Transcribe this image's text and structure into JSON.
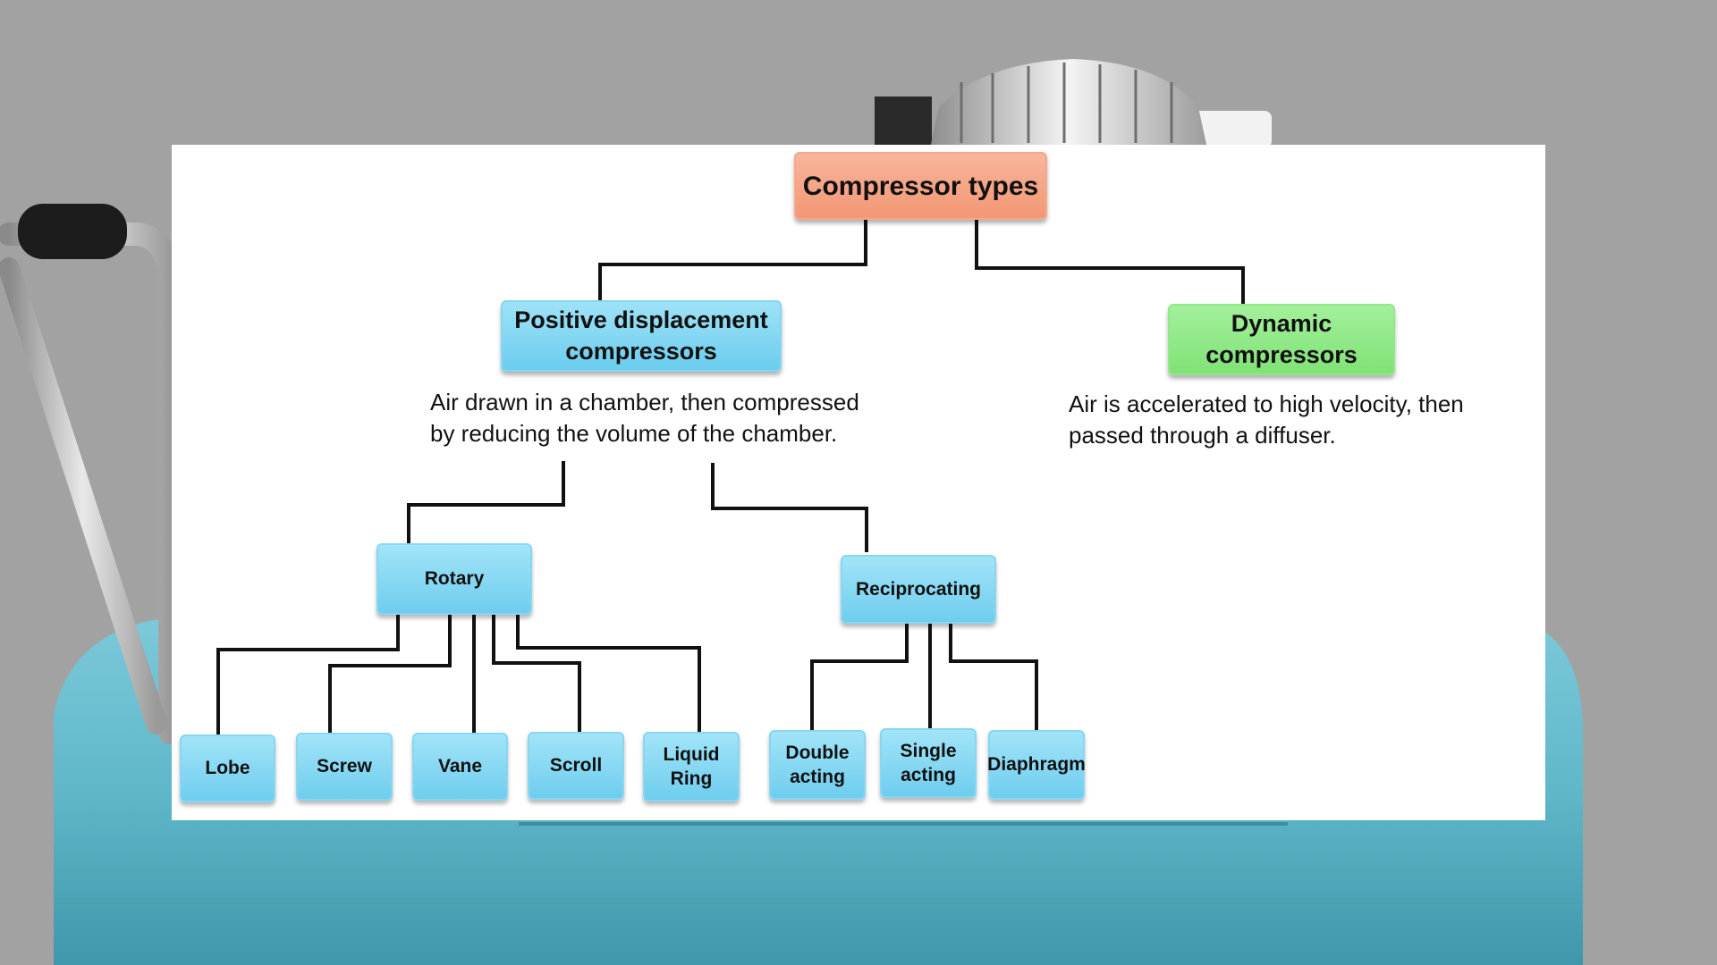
{
  "diagram": {
    "root": {
      "label": "Compressor types"
    },
    "positive_displacement": {
      "label": "Positive displacement\ncompressors",
      "description": "Air drawn in a chamber, then compressed\nby reducing the volume of the chamber."
    },
    "dynamic": {
      "label": "Dynamic\ncompressors",
      "description": "Air is accelerated to high velocity, then\npassed through a diffuser."
    },
    "rotary": {
      "label": "Rotary",
      "children": [
        "Lobe",
        "Screw",
        "Vane",
        "Scroll",
        "Liquid\nRing"
      ]
    },
    "reciprocating": {
      "label": "Reciprocating",
      "children": [
        "Double\nacting",
        "Single\nacting",
        "Diaphragm"
      ]
    }
  },
  "colors": {
    "root_fill": "#f39775",
    "positive_fill": "#6bcdee",
    "dynamic_fill": "#80e277",
    "leaf_fill": "#6ecdee",
    "connector": "#111111",
    "panel": "#ffffff",
    "backdrop": "#a2a2a2",
    "tank": "#5fb7ca"
  }
}
